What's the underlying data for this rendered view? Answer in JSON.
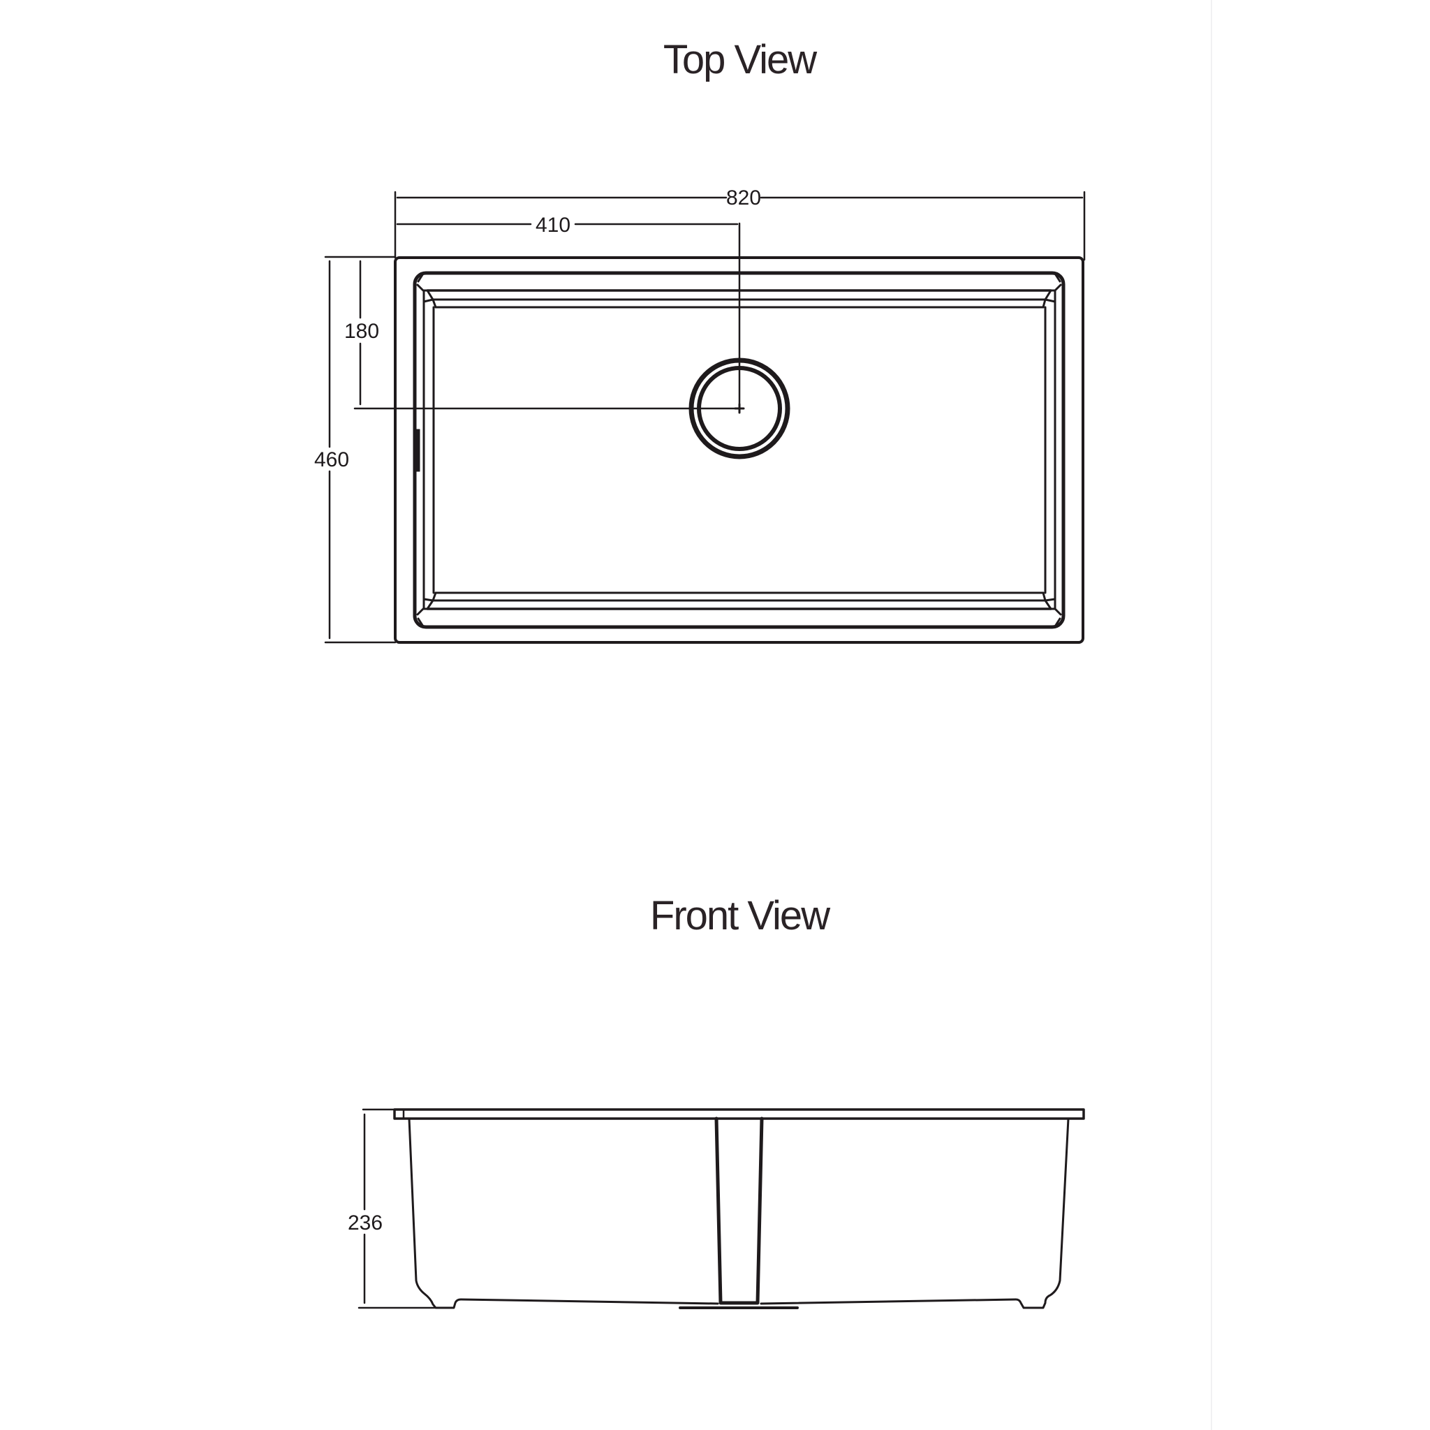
{
  "top_view": {
    "title": "Top View",
    "dimensions": {
      "overall_width": "820",
      "drain_offset_x": "410",
      "drain_offset_y": "180",
      "overall_depth": "460"
    }
  },
  "front_view": {
    "title": "Front View",
    "dimensions": {
      "height": "236"
    }
  },
  "colors": {
    "line": "#1e1a1c",
    "background": "#ffffff",
    "panel_edge": "#f1f1f3"
  }
}
